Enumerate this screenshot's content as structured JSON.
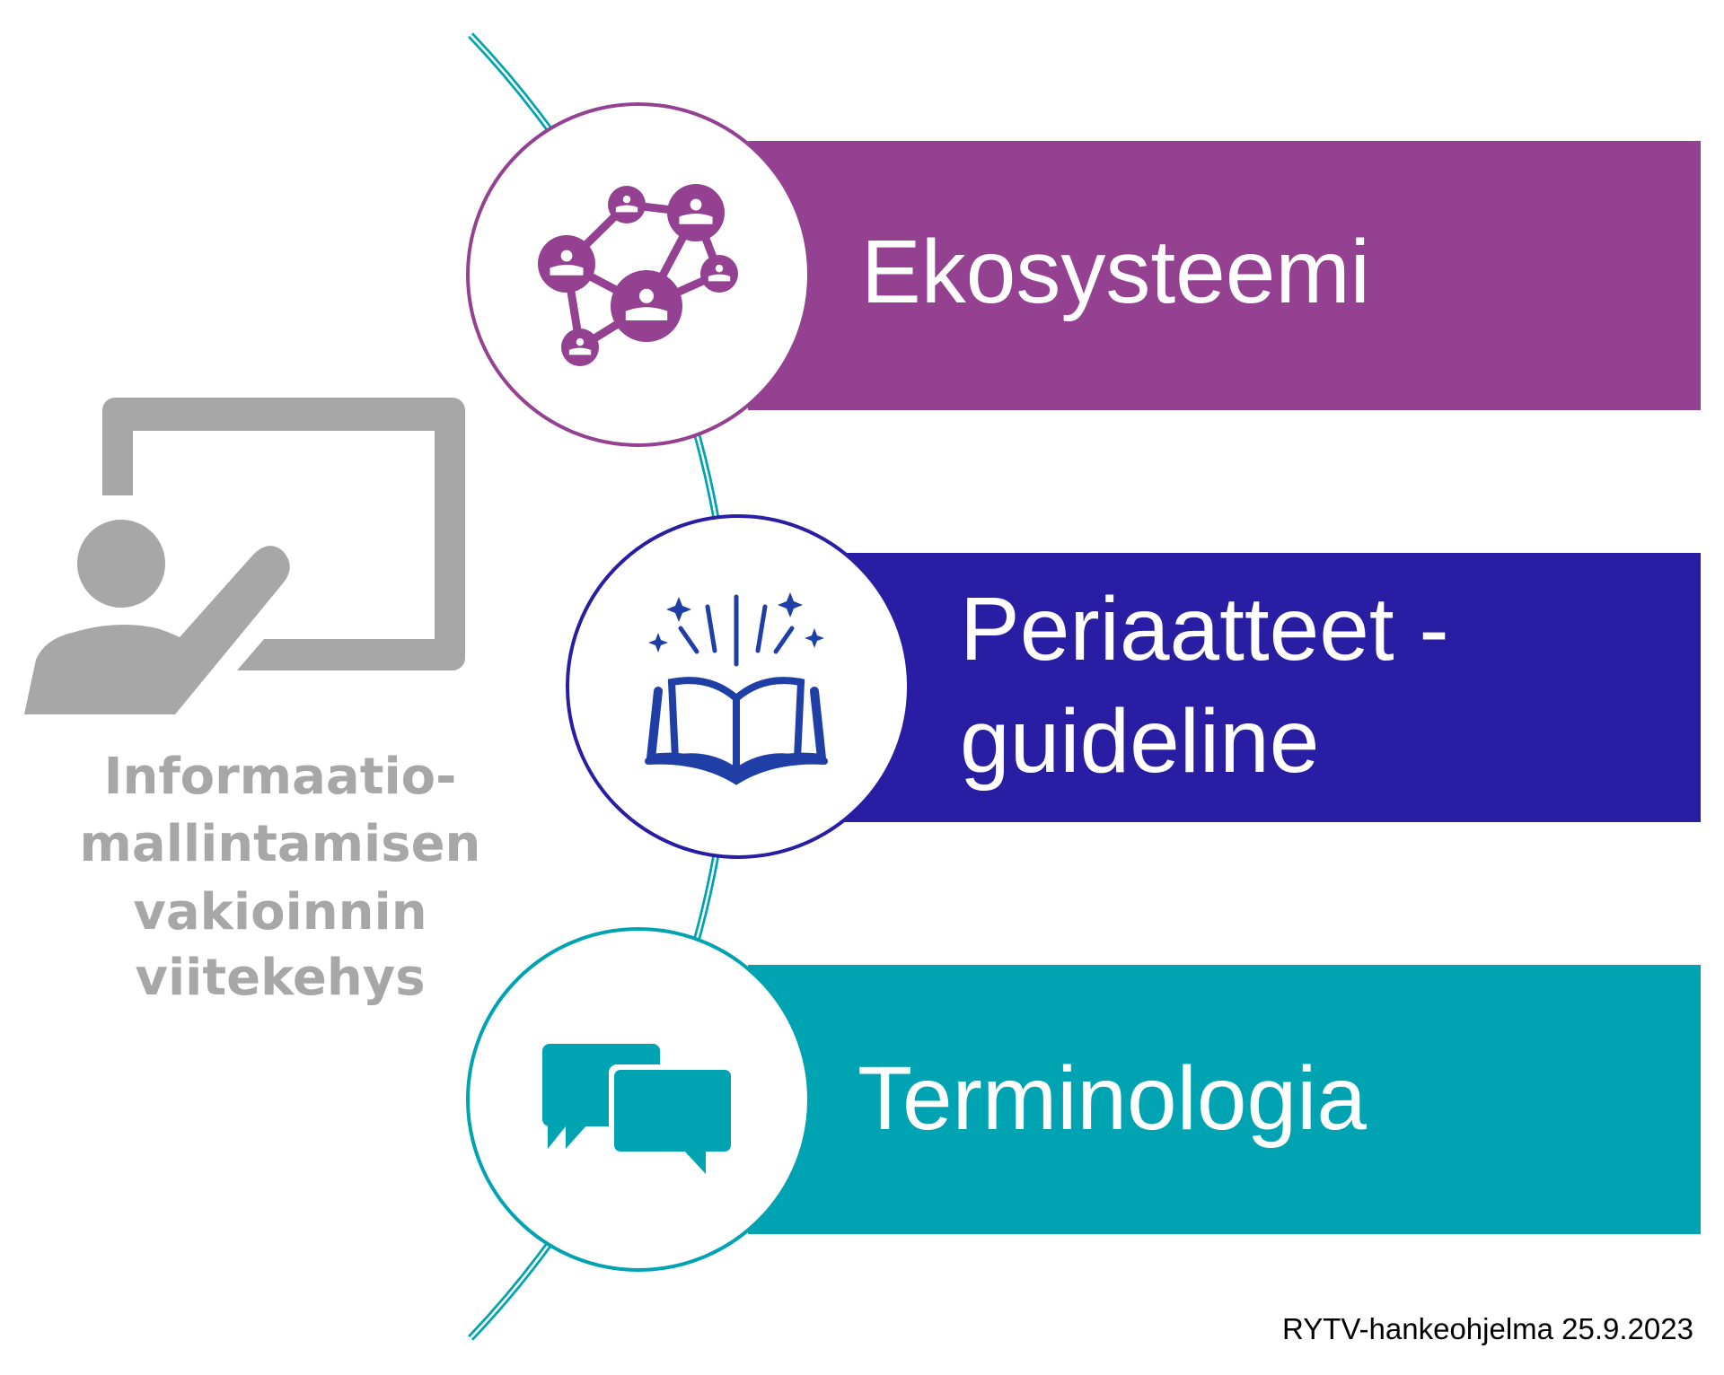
{
  "colors": {
    "ekosysteemi": "#934190",
    "periaatteet": "#291ea3",
    "terminologia": "#00a3b1",
    "gray": "#a6a7a6",
    "book": "#1f3fa6"
  },
  "left": {
    "icon": "presenter-board-icon",
    "lines": [
      "Informaatio-",
      "mallintamisen",
      "vakioinnin",
      "viitekehys"
    ]
  },
  "items": [
    {
      "icon": "network-people-icon",
      "lines": [
        "Ekosysteemi"
      ]
    },
    {
      "icon": "open-book-icon",
      "lines": [
        "Periaatteet -",
        "guideline"
      ]
    },
    {
      "icon": "chat-bubbles-icon",
      "lines": [
        "Terminologia"
      ]
    }
  ],
  "footer": "RYTV-hankeohjelma 25.9.2023"
}
